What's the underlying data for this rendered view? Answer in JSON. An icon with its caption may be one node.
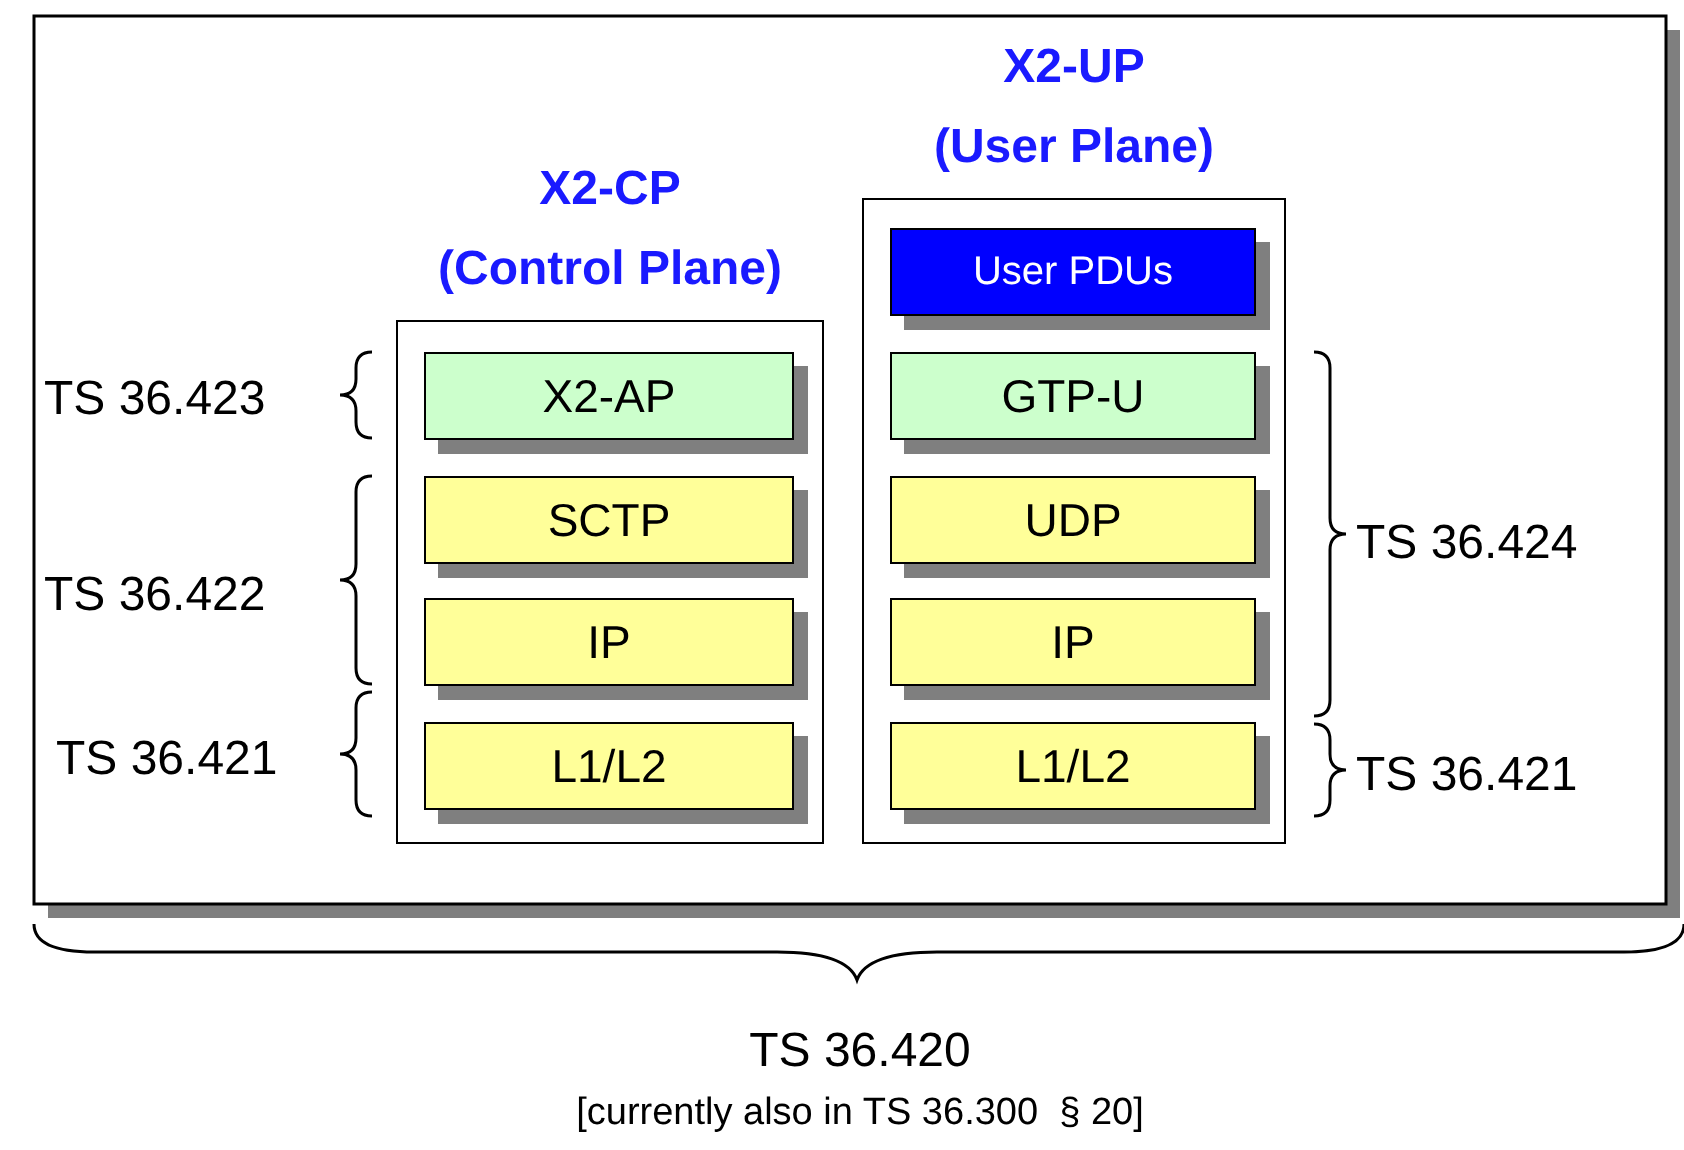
{
  "diagram": {
    "nodes": [
      {
        "text": [
          "X2-CP (Control Plane)"
        ]
      },
      {
        "text": [
          "X2-AP"
        ],
        "in": 0
      },
      {
        "text": [
          "SCTP"
        ],
        "in": 0
      },
      {
        "text": [
          "IP"
        ],
        "in": 0
      },
      {
        "text": [
          "L1/L2"
        ],
        "in": 0
      },
      {
        "text": [
          "X2-UP (User Plane)"
        ]
      },
      {
        "text": [
          "User PDUs"
        ],
        "in": 5
      },
      {
        "text": [
          "GTP-U"
        ],
        "in": 5
      },
      {
        "text": [
          "UDP"
        ],
        "in": 5
      },
      {
        "text": [
          "IP"
        ],
        "in": 5
      },
      {
        "text": [
          "L1/L2"
        ],
        "in": 5
      }
    ],
    "edges": [],
    "labels": [
      "TS 36.423",
      "TS 36.422",
      "TS 36.424",
      "TS 36.421",
      "TS 36.421",
      "TS 36.420",
      "[currently also in TS 36.300  § 20]"
    ]
  }
}
